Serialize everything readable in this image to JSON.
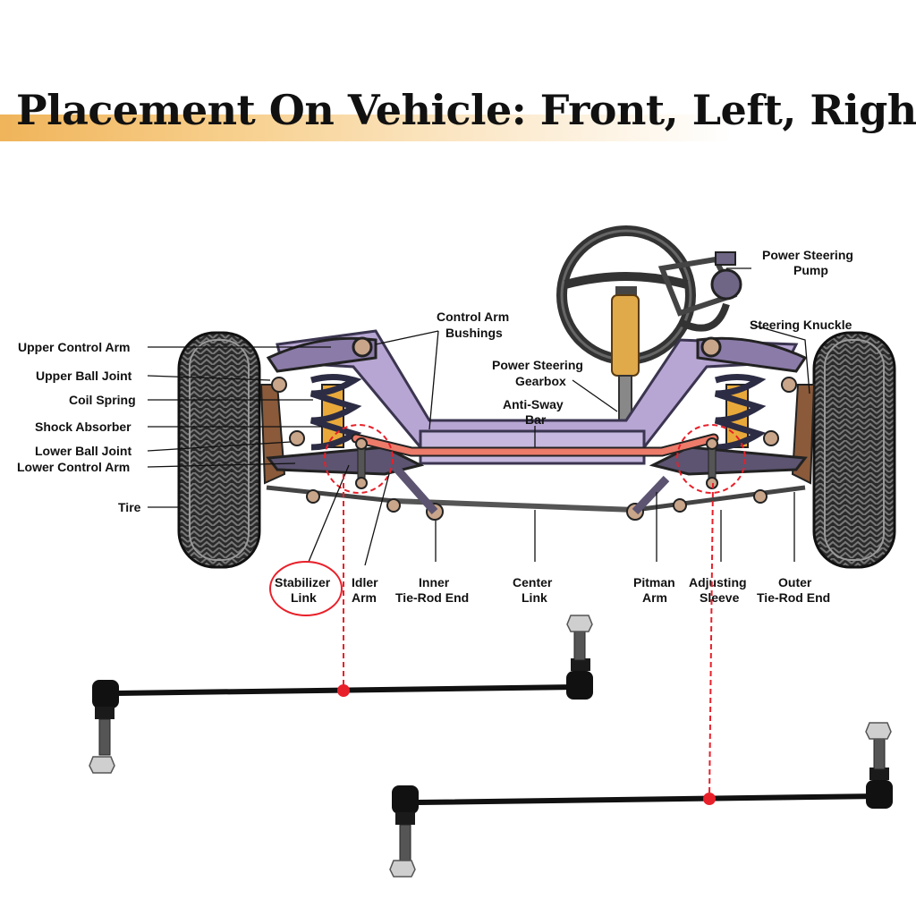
{
  "title": "Placement On Vehicle: Front, Left, Right",
  "labels": {
    "power_steering_pump": [
      "Power Steering",
      "Pump"
    ],
    "control_arm_bushings": [
      "Control Arm",
      "Bushings"
    ],
    "steering_knuckle": "Steering Knuckle",
    "upper_control_arm": "Upper Control Arm",
    "upper_ball_joint": "Upper Ball Joint",
    "coil_spring": "Coil Spring",
    "shock_absorber": "Shock Absorber",
    "lower_ball_joint": "Lower Ball Joint",
    "lower_control_arm": "Lower Control Arm",
    "tire": "Tire",
    "power_steering_gearbox": [
      "Power Steering",
      "Gearbox"
    ],
    "anti_sway_bar": [
      "Anti-Sway",
      "Bar"
    ],
    "stabilizer_link": [
      "Stabilizer",
      "Link"
    ],
    "idler_arm": [
      "Idler",
      "Arm"
    ],
    "inner_tie_rod_end": [
      "Inner",
      "Tie-Rod End"
    ],
    "center_link": [
      "Center",
      "Link"
    ],
    "pitman_arm": [
      "Pitman",
      "Arm"
    ],
    "adjusting_sleeve": [
      "Adjusting",
      "Sleeve"
    ],
    "outer_tie_rod_end": [
      "Outer",
      "Tie-Rod End"
    ]
  },
  "colors": {
    "highlight": "#e8202a",
    "frame": "#b7a6d3",
    "frame_dark": "#5c5470",
    "sway_bar": "#ec7b6a",
    "shock": "#e9a93a",
    "title_band": "#f0b45a"
  }
}
